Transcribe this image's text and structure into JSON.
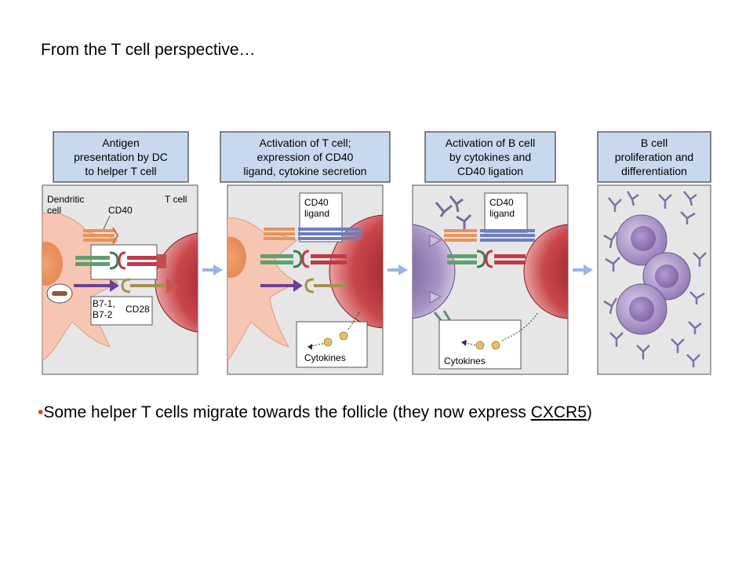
{
  "title": "From the T cell perspective…",
  "panels": [
    {
      "header": [
        "Antigen",
        "presentation by DC",
        "to helper T cell"
      ]
    },
    {
      "header": [
        "Activation of T cell;",
        "expression of CD40",
        "ligand, cytokine secretion"
      ]
    },
    {
      "header": [
        "Activation of B cell",
        "by cytokines and",
        "CD40 ligation"
      ]
    },
    {
      "header": [
        "B cell",
        "proliferation and",
        "differentiation"
      ]
    }
  ],
  "labels": {
    "dendritic_cell": [
      "Dendritic",
      "cell"
    ],
    "t_cell": "T cell",
    "cd40": "CD40",
    "b7": [
      "B7-1,",
      "B7-2"
    ],
    "cd28": "CD28",
    "cd40_ligand": [
      "CD40",
      "ligand"
    ],
    "cytokines": "Cytokines"
  },
  "bullet": {
    "marker": "•",
    "text_before": "Some helper T cells migrate towards the follicle (they now express ",
    "underlined": "CXCR5",
    "text_after": ")"
  },
  "colors": {
    "header_fill": "#c8d9ef",
    "panel_fill": "#e6e6e6",
    "dendritic": "#f7c6b2",
    "t_cell": "#b8323a",
    "b_cell": "#9c84b6",
    "arrow": "#9ab6e0"
  }
}
